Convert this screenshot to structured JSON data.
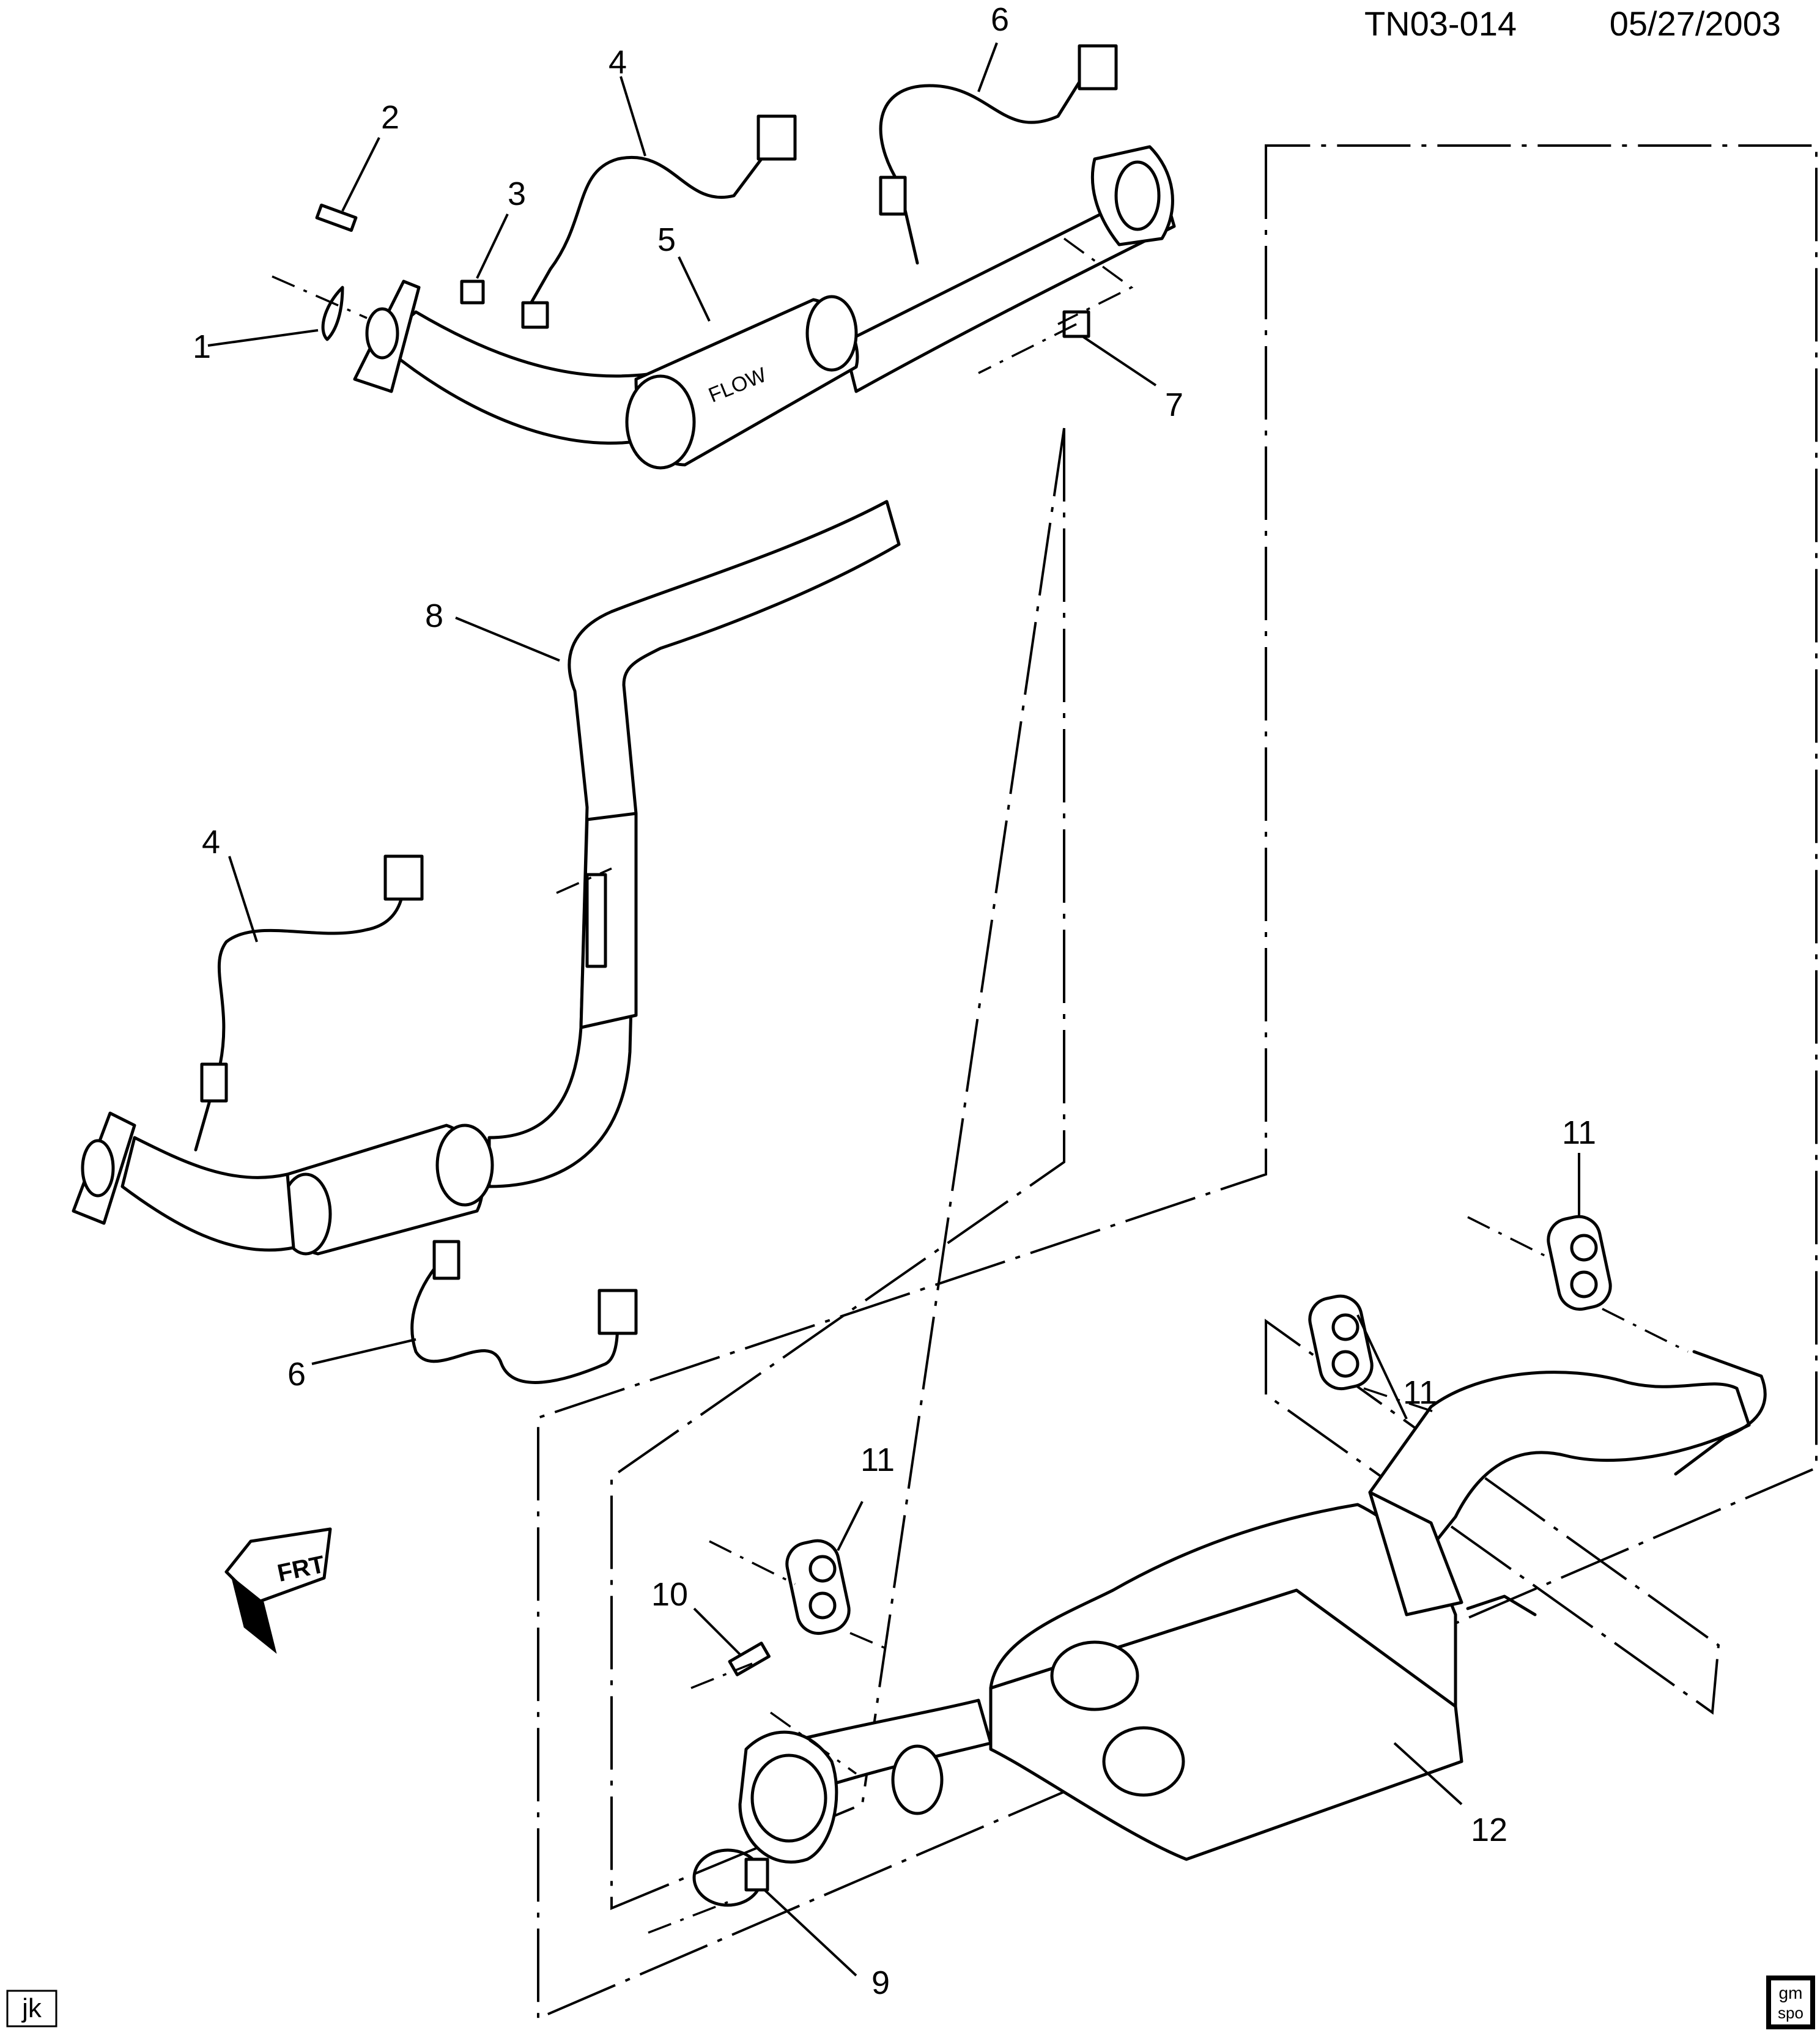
{
  "header": {
    "document_id": "TN03-014",
    "date": "05/27/2003"
  },
  "callouts": {
    "c1": "1",
    "c2": "2",
    "c3": "3",
    "c4_top": "4",
    "c5": "5",
    "c6_top": "6",
    "c7": "7",
    "c8": "8",
    "c4_left": "4",
    "c6_left": "6",
    "c9": "9",
    "c10": "10",
    "c11_a": "11",
    "c11_b": "11",
    "c11_c": "11",
    "c12": "12"
  },
  "converter_label": "FLOW",
  "direction_indicator": "FRT",
  "footer": {
    "initials": "jk",
    "logo_top": "gm",
    "logo_bottom": "spo"
  }
}
